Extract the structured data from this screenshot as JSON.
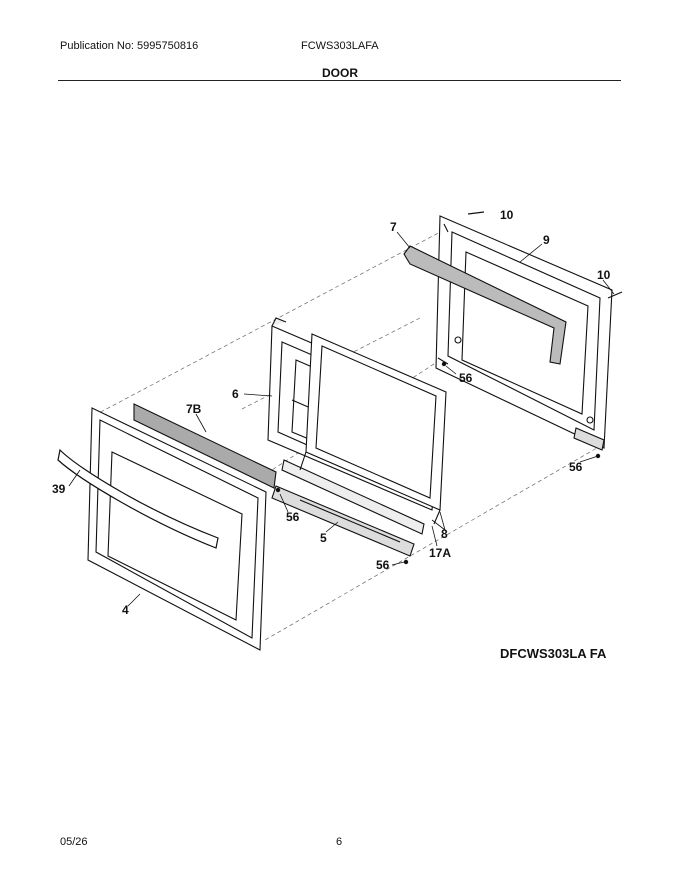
{
  "header": {
    "publication": "Publication No: 5995750816",
    "model": "FCWS303LAFA",
    "section": "DOOR"
  },
  "diagram": {
    "callouts": {
      "c10a": "10",
      "c7": "7",
      "c9": "9",
      "c10b": "10",
      "c6": "6",
      "c56a": "56",
      "c7b": "7B",
      "c56b": "56",
      "c39": "39",
      "c56c": "56",
      "c8": "8",
      "c5": "5",
      "c17a": "17A",
      "c56d": "56",
      "c4": "4"
    },
    "code": "DFCWS303LA FA"
  },
  "footer": {
    "date": "05/26",
    "page": "6"
  }
}
